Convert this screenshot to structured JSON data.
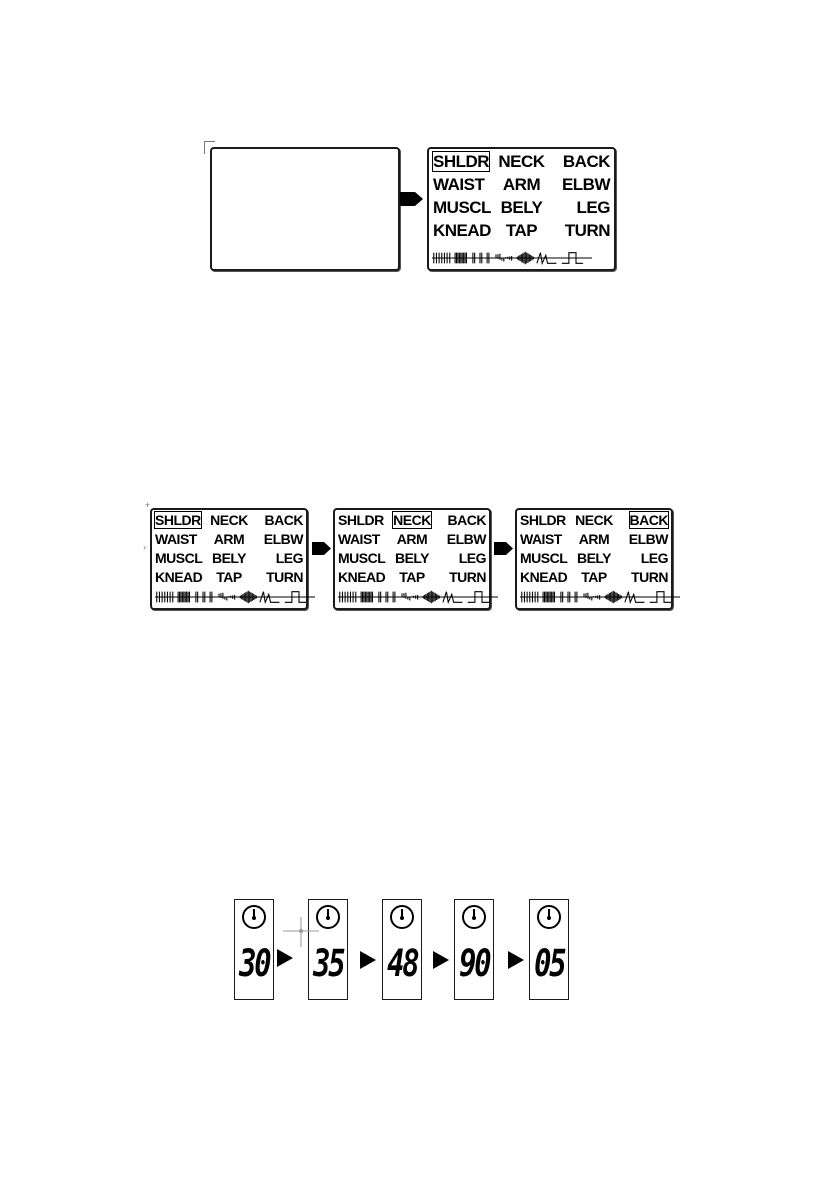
{
  "colors": {
    "ink": "#000000",
    "background": "#ffffff"
  },
  "icons": {
    "arrow": "right-arrow-icon",
    "clock": "clock-icon",
    "waveform": "massage-waveform-icon"
  },
  "screens": {
    "intro": {
      "rows": [
        [
          "SHLDR",
          "NECK",
          "BACK"
        ],
        [
          "WAIST",
          "ARM",
          "ELBW"
        ],
        [
          "MUSCL",
          "BELY",
          "LEG"
        ],
        [
          "KNEAD",
          "TAP",
          "TURN"
        ]
      ],
      "selected": "SHLDR"
    },
    "sequence": [
      {
        "rows": [
          [
            "SHLDR",
            "NECK",
            "BACK"
          ],
          [
            "WAIST",
            "ARM",
            "ELBW"
          ],
          [
            "MUSCL",
            "BELY",
            "LEG"
          ],
          [
            "KNEAD",
            "TAP",
            "TURN"
          ]
        ],
        "selected": "SHLDR"
      },
      {
        "rows": [
          [
            "SHLDR",
            "NECK",
            "BACK"
          ],
          [
            "WAIST",
            "ARM",
            "ELBW"
          ],
          [
            "MUSCL",
            "BELY",
            "LEG"
          ],
          [
            "KNEAD",
            "TAP",
            "TURN"
          ]
        ],
        "selected": "NECK"
      },
      {
        "rows": [
          [
            "SHLDR",
            "NECK",
            "BACK"
          ],
          [
            "WAIST",
            "ARM",
            "ELBW"
          ],
          [
            "MUSCL",
            "BELY",
            "LEG"
          ],
          [
            "KNEAD",
            "TAP",
            "TURN"
          ]
        ],
        "selected": "BACK"
      }
    ]
  },
  "timers": [
    "30",
    "35",
    "48",
    "90",
    "05"
  ]
}
